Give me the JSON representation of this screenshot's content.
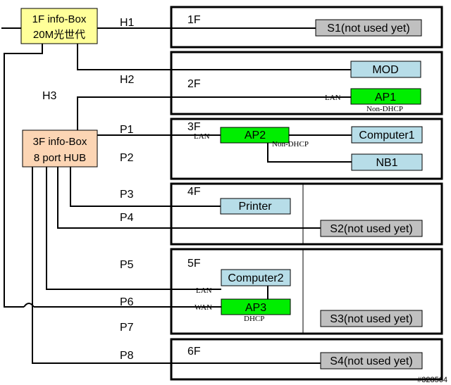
{
  "infobox_1f": {
    "line1": "1F info-Box",
    "line2": "20M光世代",
    "fill": "#ffff99"
  },
  "infobox_3f": {
    "line1": "3F info-Box",
    "line2": "8 port HUB",
    "fill": "#fcd5b4"
  },
  "floors": {
    "f1": "1F",
    "f2": "2F",
    "f3": "3F",
    "f4": "4F",
    "f5": "5F",
    "f6": "6F"
  },
  "ports": {
    "h1": "H1",
    "h2": "H2",
    "h3": "H3",
    "p1": "P1",
    "p2": "P2",
    "p3": "P3",
    "p4": "P4",
    "p5": "P5",
    "p6": "P6",
    "p7": "P7",
    "p8": "P8"
  },
  "devices": {
    "s1": "S1(not used yet)",
    "mod": "MOD",
    "ap1": "AP1",
    "ap2": "AP2",
    "computer1": "Computer1",
    "nb1": "NB1",
    "printer": "Printer",
    "s2": "S2(not used yet)",
    "computer2": "Computer2",
    "ap3": "AP3",
    "s3": "S3(not used yet)",
    "s4": "S4(not used yet)"
  },
  "link_labels": {
    "ap1_lan": "LAN",
    "ap1_mode": "Non-DHCP",
    "ap2_lan": "LAN",
    "ap2_mode": "Non-DHCP",
    "ap3_lan": "LAN",
    "ap3_wan": "WAN",
    "ap3_mode": "DHCP"
  },
  "watermark": "#328564",
  "colors": {
    "grey_device": "#c0c0c0",
    "blue_device": "#b7dde8",
    "green_ap": "#00ee00"
  }
}
